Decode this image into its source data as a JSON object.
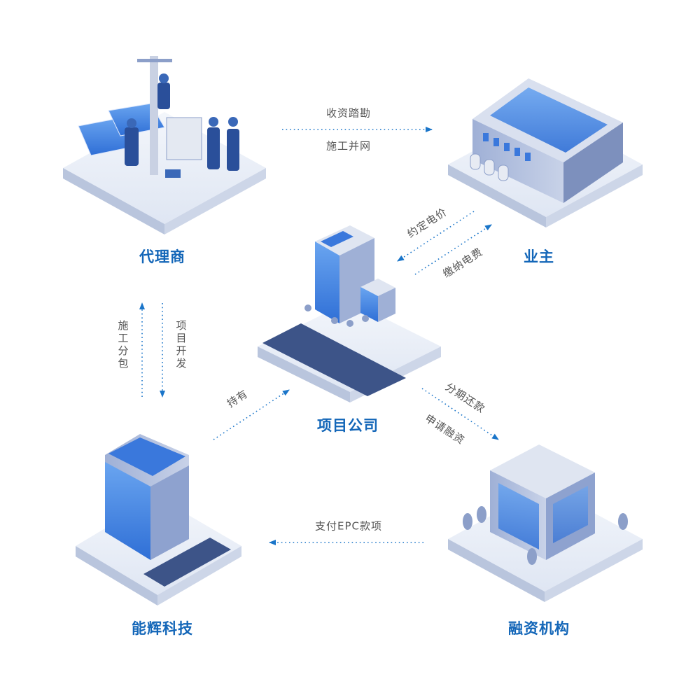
{
  "colors": {
    "accent": "#1a75c9",
    "label": "#1366b8",
    "text": "#555555",
    "platform": "#e6ebf5",
    "platform_side": "#b9c5dd",
    "building": "#8c9fc9",
    "glass": "#3d7fe0"
  },
  "nodes": {
    "agent": {
      "label": "代理商",
      "icon": "solar-installation-workers-icon"
    },
    "owner": {
      "label": "业主",
      "icon": "rooftop-solar-factory-icon"
    },
    "project": {
      "label": "项目公司",
      "icon": "office-buildings-icon"
    },
    "nenghui": {
      "label": "能辉科技",
      "icon": "solar-facade-building-icon"
    },
    "finance": {
      "label": "融资机构",
      "icon": "financial-building-icon"
    }
  },
  "flows": {
    "survey": "收资踏勘",
    "grid": "施工并网",
    "price": "约定电价",
    "pay_bill": "缴纳电费",
    "subcontract": "施工分包",
    "develop": "项目开发",
    "hold": "持有",
    "repay": "分期还款",
    "apply": "申请融资",
    "epc": "支付EPC款项"
  }
}
